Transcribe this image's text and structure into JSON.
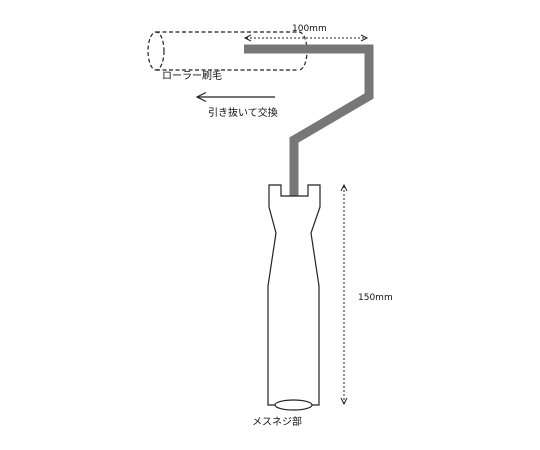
{
  "labels": {
    "roller_cover": "ローラー刷毛",
    "pull_to_replace": "引き抜いて交換",
    "width_dimension": "100mm",
    "height_dimension": "150mm",
    "female_thread": "メスネジ部"
  },
  "colors": {
    "frame": "#777777",
    "outline": "#222222",
    "background": "#ffffff"
  }
}
